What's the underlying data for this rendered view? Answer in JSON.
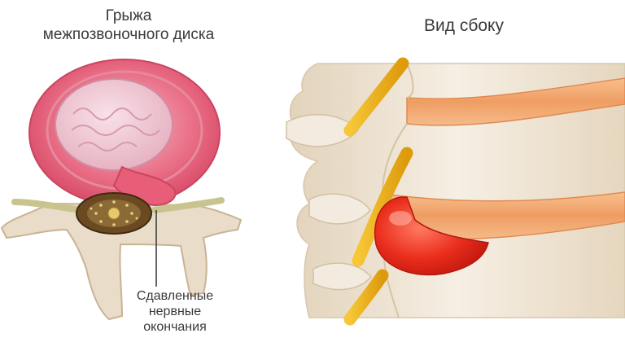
{
  "left_figure": {
    "title_lines": [
      "Грыжа",
      "межпозвоночного диска"
    ],
    "callout_lines": [
      "Сдавленные",
      "нервные",
      "окончания"
    ]
  },
  "right_figure": {
    "title": "Вид сбоку"
  },
  "colors": {
    "bone": "#efe6d8",
    "bone_shade": "#d9c8ae",
    "annulus": "#e35f7a",
    "nucleus": "#f2c9d6",
    "nerve": "#f2b81b",
    "herniation": "#e8281a",
    "disc_side": "#f0a36a"
  }
}
